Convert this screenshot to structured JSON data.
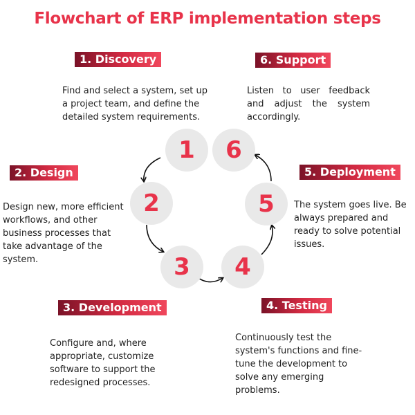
{
  "title": "Flowchart of ERP implementation steps",
  "steps": [
    {
      "label": "1. Discovery",
      "number": "1",
      "description": "Find and select a system, set up a project team, and define the detailed system requirements."
    },
    {
      "label": "2. Design",
      "number": "2",
      "description": "Design new, more efficient workflows, and other business processes that take advantage of the system."
    },
    {
      "label": "3. Development",
      "number": "3",
      "description": "Configure and, where appropriate, customize software to support the redesigned processes."
    },
    {
      "label": "4. Testing",
      "number": "4",
      "description": "Continuously test the system's functions and fine-tune the development to solve any emerging problems."
    },
    {
      "label": "5. Deployment",
      "number": "5",
      "description": "The system goes live. Be always prepared and ready to solve potential issues."
    },
    {
      "label": "6. Support",
      "number": "6",
      "description": "Listen to user feedback and adjust the system accordingly."
    }
  ],
  "colors": {
    "accent": "#e8334a",
    "label_dark": "#7a1227",
    "circle_fill": "#e9e9e9",
    "text": "#1f1f1f"
  }
}
